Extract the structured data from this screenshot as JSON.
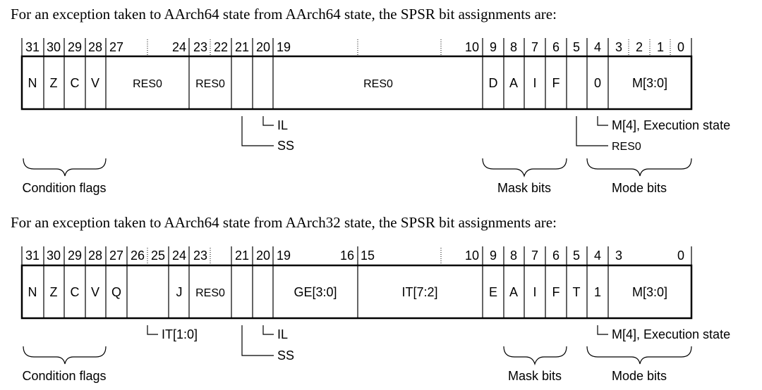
{
  "diagram1": {
    "caption": "For an exception taken to AArch64 state from AArch64 state, the SPSR bit assignments are:",
    "bit_numbers": [
      "31",
      "30",
      "29",
      "28",
      "27",
      "24",
      "23",
      "22",
      "21",
      "20",
      "19",
      "10",
      "9",
      "8",
      "7",
      "6",
      "5",
      "4",
      "3",
      "2",
      "1",
      "0"
    ],
    "fields": [
      "N",
      "Z",
      "C",
      "V",
      "RES0",
      "RES0",
      "RES0",
      "D",
      "A",
      "I",
      "F",
      "0",
      "M[3:0]"
    ],
    "annotations": {
      "il": "IL",
      "ss": "SS",
      "m4": "M[4], Execution state",
      "res0": "RES0"
    },
    "groups": {
      "condition": "Condition flags",
      "mask": "Mask bits",
      "mode": "Mode bits"
    }
  },
  "diagram2": {
    "caption": "For an exception taken to AArch64 state from AArch32 state, the SPSR bit assignments are:",
    "bit_numbers": [
      "31",
      "30",
      "29",
      "28",
      "27",
      "26",
      "25",
      "24",
      "23",
      "21",
      "20",
      "19",
      "16",
      "15",
      "10",
      "9",
      "8",
      "7",
      "6",
      "5",
      "4",
      "3",
      "0"
    ],
    "fields": [
      "N",
      "Z",
      "C",
      "V",
      "Q",
      "J",
      "RES0",
      "GE[3:0]",
      "IT[7:2]",
      "E",
      "A",
      "I",
      "F",
      "T",
      "1",
      "M[3:0]"
    ],
    "annotations": {
      "it10": "IT[1:0]",
      "il": "IL",
      "ss": "SS",
      "m4": "M[4], Execution state"
    },
    "groups": {
      "condition": "Condition flags",
      "mask": "Mask bits",
      "mode": "Mode bits"
    }
  }
}
